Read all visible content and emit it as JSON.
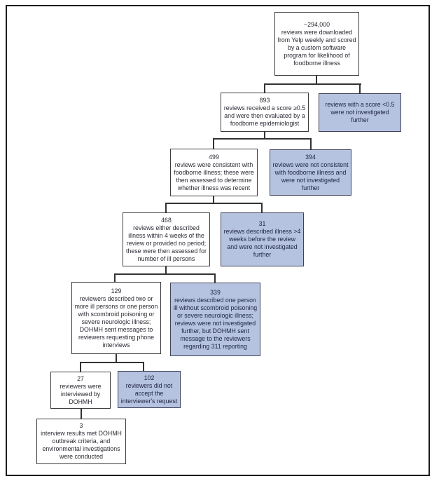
{
  "figure": {
    "background": "#ffffff",
    "frame_color": "#1c1c1c",
    "connector_color": "#333333",
    "process_box_fill": "#ffffff",
    "excluded_box_fill": "#b5c2e0",
    "box_border_color": "#3d3d3d"
  },
  "nodes": {
    "n1": {
      "value": "~294,000",
      "text": "reviews were downloaded from Yelp weekly and scored by a custom software program for likelihood of foodborne illness",
      "kind": "process"
    },
    "n2": {
      "value": "893",
      "text": "reviews received a score ≥0.5 and were then evaluated by a foodborne epidemiologist",
      "kind": "process"
    },
    "n3": {
      "value": "",
      "text": "reviews with a score <0.5 were not investigated further",
      "kind": "excluded"
    },
    "n4": {
      "value": "499",
      "text": "reviews were consistent with foodborne illness; these were then assessed to determine whether illness was recent",
      "kind": "process"
    },
    "n5": {
      "value": "394",
      "text": "reviews were not consistent with foodborne illness and were not investigated further",
      "kind": "excluded"
    },
    "n6": {
      "value": "468",
      "text": "reviews either described illness within 4 weeks of the review or provided no period; these were then assessed for number of ill persons",
      "kind": "process"
    },
    "n7": {
      "value": "31",
      "text": "reviews described illness >4 weeks before the review and were not investigated further",
      "kind": "excluded"
    },
    "n8": {
      "value": "129",
      "text": "reviewers described two or more ill persons or one person with scombroid poisoning or severe neurologic illness; DOHMH sent messages to reviewers requesting phone interviews",
      "kind": "process"
    },
    "n9": {
      "value": "339",
      "text": "reviews described one person ill without scombroid poisoning or severe neurologic illness; reviews were not investigated further, but DOHMH sent message to the reviewers regarding 311 reporting",
      "kind": "excluded"
    },
    "n10": {
      "value": "27",
      "text": "reviewers were interviewed by DOHMH",
      "kind": "process"
    },
    "n11": {
      "value": "102",
      "text": "reviewers did not accept the interviewer's request",
      "kind": "excluded"
    },
    "n12": {
      "value": "3",
      "text": "interview results met DOHMH outbreak criteria, and environmental investigations were conducted",
      "kind": "process"
    }
  }
}
